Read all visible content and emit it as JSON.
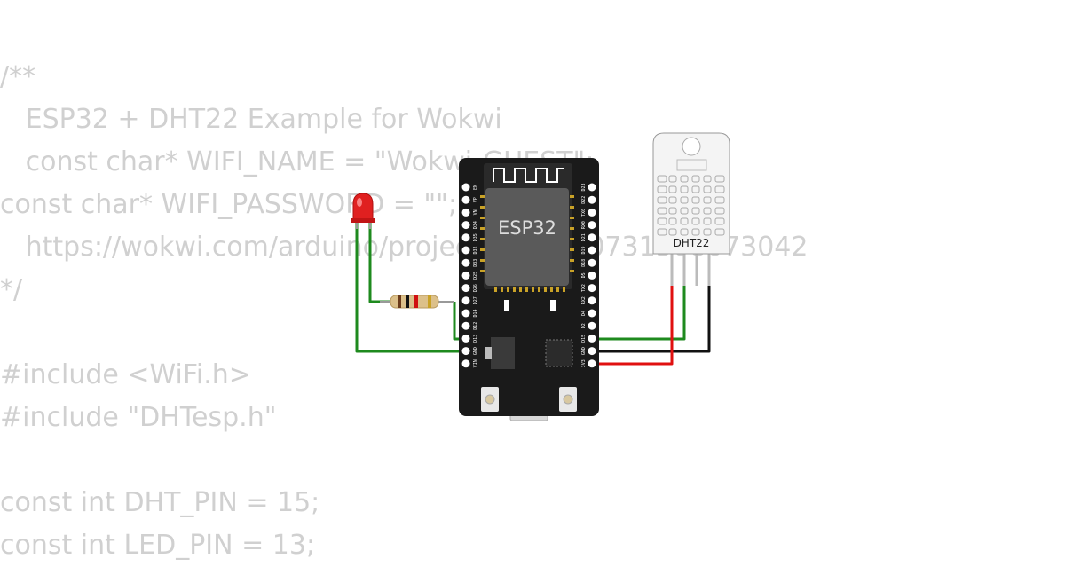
{
  "code": {
    "lines": [
      "/**",
      "   ESP32 + DHT22 Example for Wokwi",
      "   const char* WIFI_NAME = \"Wokwi-GUEST\";",
      "const char* WIFI_PASSWORD = \"\";",
      "   https://wokwi.com/arduino/projects/322410731508073042",
      "*/",
      "",
      "#include <WiFi.h>",
      "#include \"DHTesp.h\"",
      "",
      "const int DHT_PIN = 15;",
      "const int LED_PIN = 13;"
    ]
  },
  "board": {
    "label": "ESP32",
    "left_pins": [
      "EN",
      "VP",
      "VN",
      "D34",
      "D35",
      "D32",
      "D33",
      "D25",
      "D26",
      "D27",
      "D14",
      "D12",
      "D13",
      "GND",
      "VIN"
    ],
    "right_pins": [
      "D23",
      "D22",
      "TX0",
      "RX0",
      "D21",
      "D19",
      "D18",
      "D5",
      "TX2",
      "RX2",
      "D4",
      "D2",
      "D15",
      "GND",
      "3V3"
    ]
  },
  "sensor": {
    "label": "DHT22"
  },
  "colors": {
    "code_text": "#d0d0d0",
    "board": "#1a1a1a",
    "wire_green": "#1e8a1e",
    "wire_red": "#e01010",
    "wire_black": "#111111",
    "led_red": "#e02020",
    "sensor_body": "#f4f4f4"
  },
  "icons": [
    "led-icon",
    "resistor-icon",
    "usb-port-icon",
    "boot-button-icon",
    "reset-button-icon"
  ]
}
